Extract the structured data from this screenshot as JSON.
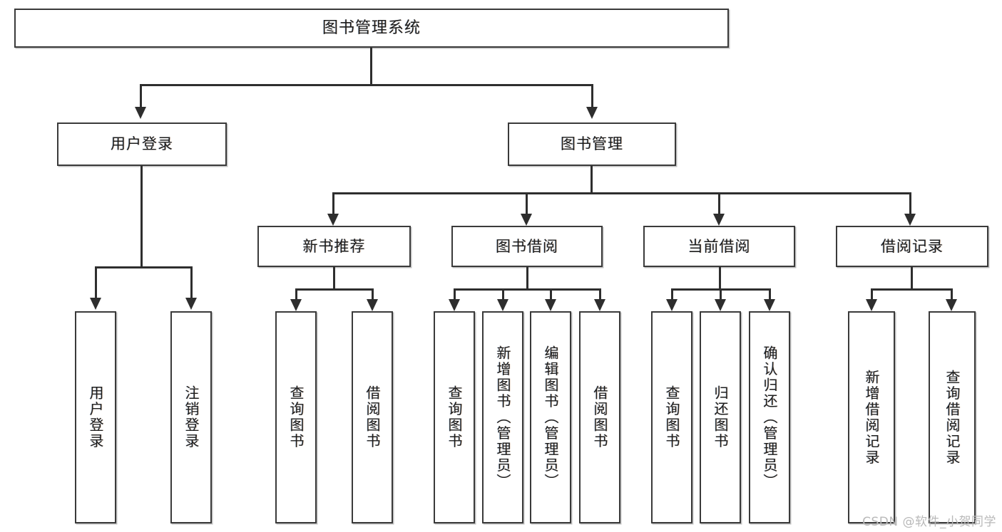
{
  "diagram": {
    "title": "图书管理系统",
    "watermark": "CSDN @软件_小贺同学",
    "colors": {
      "background": "#ffffff",
      "box_border": "#3a3a3a",
      "connector": "#2e2e2e",
      "text": "#1d1d1d",
      "watermark": "#b9b9b9"
    },
    "root": {
      "label": "图书管理系统"
    },
    "level2": [
      {
        "label": "用户登录"
      },
      {
        "label": "图书管理"
      }
    ],
    "level3": [
      {
        "label": "新书推荐"
      },
      {
        "label": "图书借阅"
      },
      {
        "label": "当前借阅"
      },
      {
        "label": "借阅记录"
      }
    ],
    "leaves": {
      "user_login": [
        {
          "label": "用户登录"
        },
        {
          "label": "注销登录"
        }
      ],
      "new_book_recommend": [
        {
          "label": "查询图书"
        },
        {
          "label": "借阅图书"
        }
      ],
      "book_borrow": [
        {
          "label": "查询图书"
        },
        {
          "label": "新增图书（管理员）"
        },
        {
          "label": "编辑图书（管理员）"
        },
        {
          "label": "借阅图书"
        }
      ],
      "current_borrow": [
        {
          "label": "查询图书"
        },
        {
          "label": "归还图书"
        },
        {
          "label": "确认归还（管理员）"
        }
      ],
      "borrow_record": [
        {
          "label": "新增借阅记录"
        },
        {
          "label": "查询借阅记录"
        }
      ]
    }
  }
}
